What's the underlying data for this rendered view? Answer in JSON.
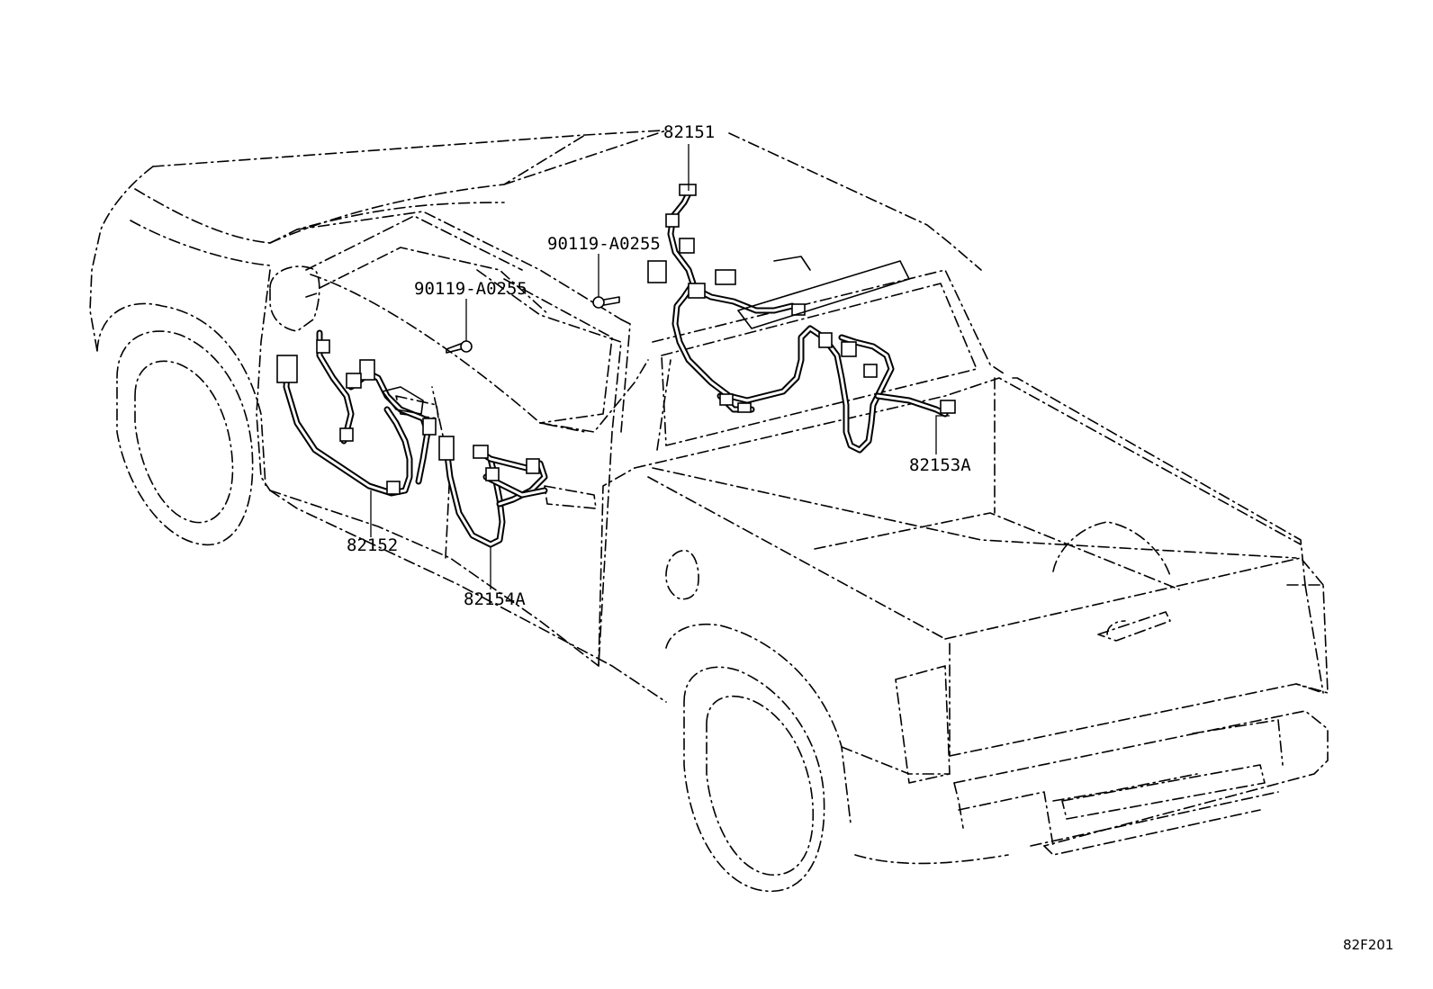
{
  "callouts": {
    "harness_roof": "82151",
    "bolt_upper": "90119-A0255",
    "bolt_front_door": "90119-A0255",
    "harness_front_door": "82152",
    "harness_rear_door": "82154A",
    "harness_back_door": "82153A"
  },
  "diagram_code": "82F201"
}
